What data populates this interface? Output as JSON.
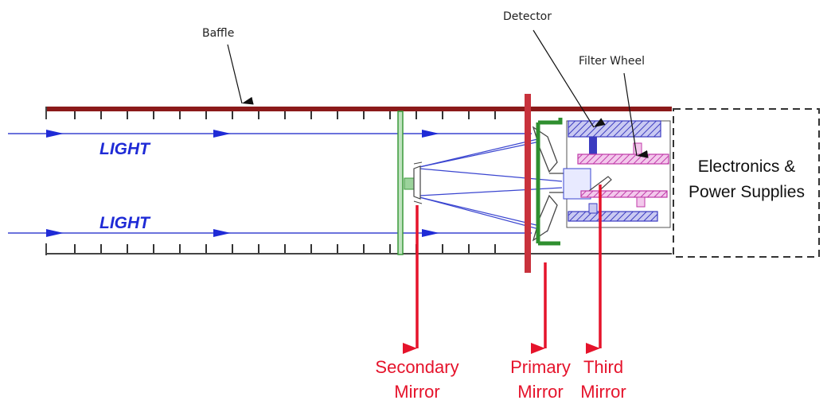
{
  "labels": {
    "baffle": "Baffle",
    "detector": "Detector",
    "filter_wheel": "Filter Wheel",
    "light_top": "LIGHT",
    "light_bottom": "LIGHT",
    "electronics_line1": "Electronics &",
    "electronics_line2": "Power Supplies",
    "secondary_line1": "Secondary",
    "secondary_line2": "Mirror",
    "primary_line1": "Primary",
    "primary_line2": "Mirror",
    "third_line1": "Third",
    "third_line2": "Mirror"
  },
  "colors": {
    "baffle": "#8b1a1a",
    "light": "#1f2bd6",
    "ray": "#3a45d0",
    "callout": "#e5132b",
    "support": "#3a9a3a",
    "mount": "#c8323c",
    "detector": "#8e8ed8",
    "filter": "#e070c8"
  }
}
